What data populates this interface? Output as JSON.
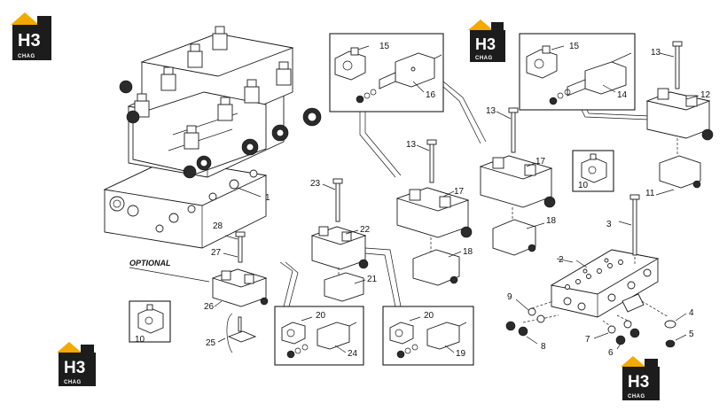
{
  "optional_label": "OPTIONAL",
  "logo": {
    "letters": "H3",
    "sub": "CHAG",
    "colors": {
      "roof": "#f2a900",
      "body": "#1c1c1c"
    }
  },
  "callouts": [
    "1",
    "2",
    "3",
    "4",
    "5",
    "6",
    "7",
    "8",
    "9",
    "10",
    "11",
    "12",
    "13",
    "14",
    "15",
    "16",
    "17",
    "18",
    "19",
    "20",
    "21",
    "22",
    "23",
    "24",
    "25",
    "26",
    "27",
    "28"
  ]
}
